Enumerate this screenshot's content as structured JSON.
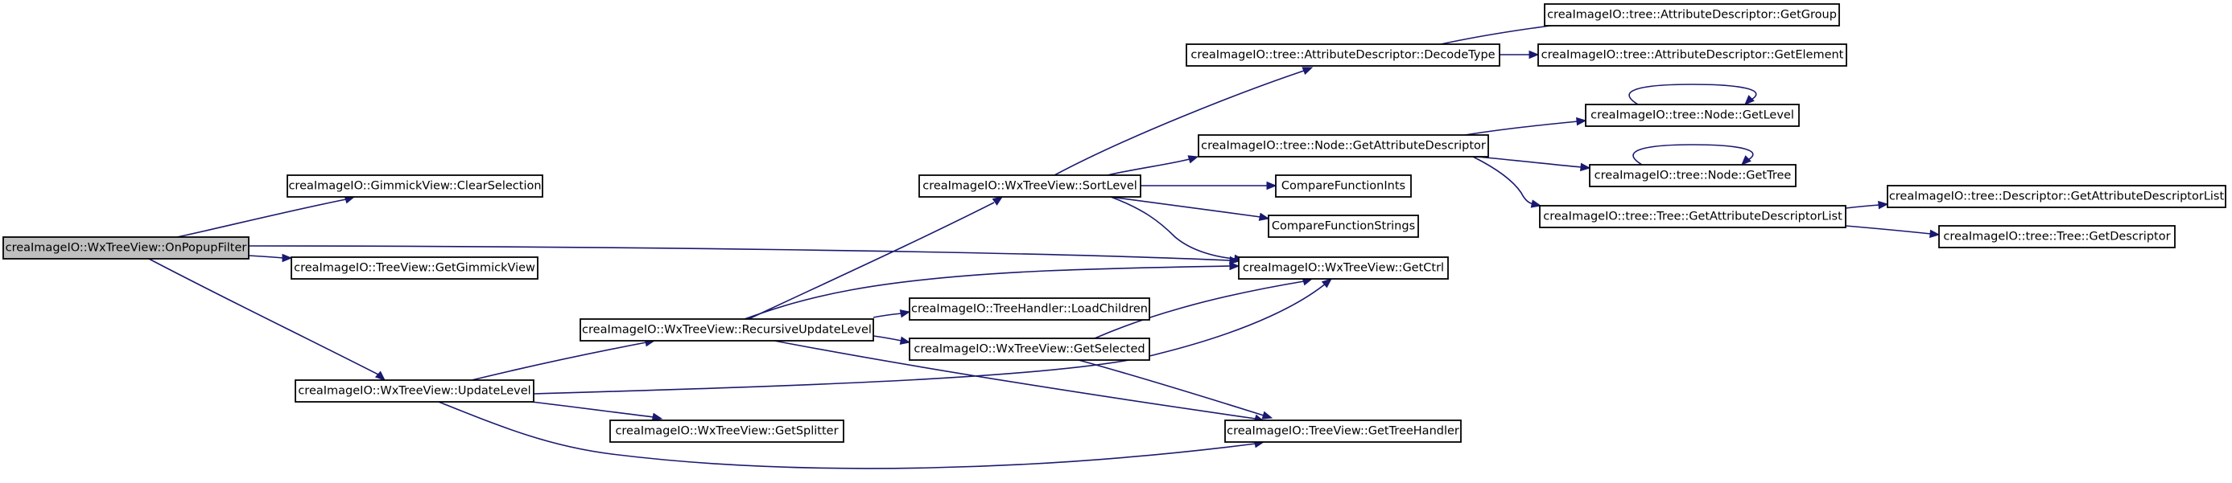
{
  "diagram": {
    "type": "call-graph",
    "colors": {
      "edge": "#191970",
      "root_fill": "#bfbfbf",
      "node_fill": "#ffffff",
      "border": "#000000"
    },
    "nodes": [
      {
        "id": "onpopup",
        "label": "creaImageIO::WxTreeView::OnPopupFilter",
        "root": true
      },
      {
        "id": "clearsel",
        "label": "creaImageIO::GimmickView::ClearSelection"
      },
      {
        "id": "getgimmick",
        "label": "creaImageIO::TreeView::GetGimmickView"
      },
      {
        "id": "updatelevel",
        "label": "creaImageIO::WxTreeView::UpdateLevel"
      },
      {
        "id": "recursive",
        "label": "creaImageIO::WxTreeView::RecursiveUpdateLevel"
      },
      {
        "id": "getsplitter",
        "label": "creaImageIO::WxTreeView::GetSplitter"
      },
      {
        "id": "sortlevel",
        "label": "creaImageIO::WxTreeView::SortLevel"
      },
      {
        "id": "loadchildren",
        "label": "creaImageIO::TreeHandler::LoadChildren"
      },
      {
        "id": "getselected",
        "label": "creaImageIO::WxTreeView::GetSelected"
      },
      {
        "id": "decodetype",
        "label": "creaImageIO::tree::AttributeDescriptor::DecodeType"
      },
      {
        "id": "nodegetattr",
        "label": "creaImageIO::tree::Node::GetAttributeDescriptor"
      },
      {
        "id": "cmpints",
        "label": "CompareFunctionInts"
      },
      {
        "id": "cmpstrings",
        "label": "CompareFunctionStrings"
      },
      {
        "id": "getctrl",
        "label": "creaImageIO::WxTreeView::GetCtrl"
      },
      {
        "id": "gettreehandler",
        "label": "creaImageIO::TreeView::GetTreeHandler"
      },
      {
        "id": "getgroup",
        "label": "creaImageIO::tree::AttributeDescriptor::GetGroup"
      },
      {
        "id": "getelement",
        "label": "creaImageIO::tree::AttributeDescriptor::GetElement"
      },
      {
        "id": "nodegetlevel",
        "label": "creaImageIO::tree::Node::GetLevel"
      },
      {
        "id": "nodegettree",
        "label": "creaImageIO::tree::Node::GetTree"
      },
      {
        "id": "treegetattrlist",
        "label": "creaImageIO::tree::Tree::GetAttributeDescriptorList"
      },
      {
        "id": "descgetattrlist",
        "label": "creaImageIO::tree::Descriptor::GetAttributeDescriptorList"
      },
      {
        "id": "treegetdesc",
        "label": "creaImageIO::tree::Tree::GetDescriptor"
      }
    ],
    "edges": [
      {
        "from": "onpopup",
        "to": "clearsel"
      },
      {
        "from": "onpopup",
        "to": "getgimmick"
      },
      {
        "from": "onpopup",
        "to": "getctrl"
      },
      {
        "from": "onpopup",
        "to": "updatelevel"
      },
      {
        "from": "updatelevel",
        "to": "recursive"
      },
      {
        "from": "updatelevel",
        "to": "getctrl"
      },
      {
        "from": "updatelevel",
        "to": "getsplitter"
      },
      {
        "from": "updatelevel",
        "to": "gettreehandler"
      },
      {
        "from": "recursive",
        "to": "sortlevel"
      },
      {
        "from": "recursive",
        "to": "getctrl"
      },
      {
        "from": "recursive",
        "to": "loadchildren"
      },
      {
        "from": "recursive",
        "to": "getselected"
      },
      {
        "from": "recursive",
        "to": "gettreehandler"
      },
      {
        "from": "getselected",
        "to": "getctrl"
      },
      {
        "from": "getselected",
        "to": "gettreehandler"
      },
      {
        "from": "sortlevel",
        "to": "decodetype"
      },
      {
        "from": "sortlevel",
        "to": "nodegetattr"
      },
      {
        "from": "sortlevel",
        "to": "cmpints"
      },
      {
        "from": "sortlevel",
        "to": "cmpstrings"
      },
      {
        "from": "sortlevel",
        "to": "getctrl"
      },
      {
        "from": "decodetype",
        "to": "getgroup"
      },
      {
        "from": "decodetype",
        "to": "getelement"
      },
      {
        "from": "nodegetattr",
        "to": "nodegetlevel"
      },
      {
        "from": "nodegetattr",
        "to": "nodegettree"
      },
      {
        "from": "nodegetattr",
        "to": "treegetattrlist"
      },
      {
        "from": "nodegetlevel",
        "to": "nodegetlevel"
      },
      {
        "from": "nodegettree",
        "to": "nodegettree"
      },
      {
        "from": "treegetattrlist",
        "to": "descgetattrlist"
      },
      {
        "from": "treegetattrlist",
        "to": "treegetdesc"
      }
    ]
  }
}
